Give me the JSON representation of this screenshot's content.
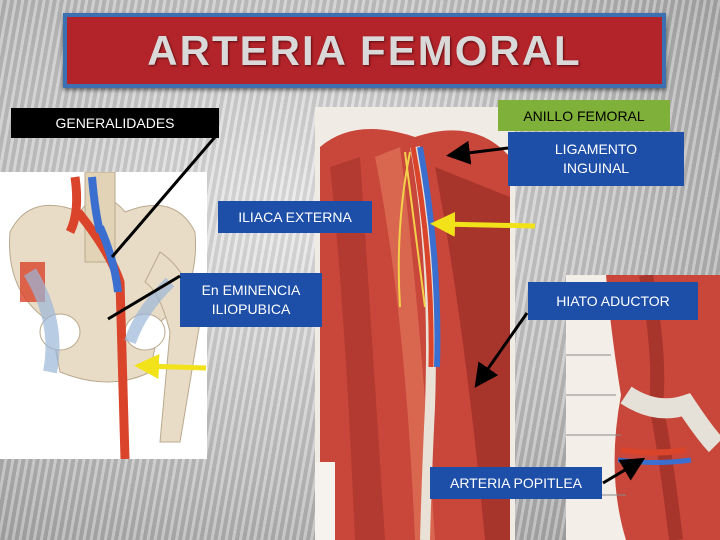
{
  "title": "ARTERIA FEMORAL",
  "labels": {
    "generalidades": "GENERALIDADES",
    "anillo_femoral": "ANILLO FEMORAL",
    "ligamento_line1": "LIGAMENTO",
    "ligamento_line2": "INGUINAL",
    "iliaca_externa": "ILIACA EXTERNA",
    "eminencia_line1": "En EMINENCIA",
    "eminencia_line2": "ILIOPUBICA",
    "hiato_aductor": "HIATO ADUCTOR",
    "arteria_poplitea": "ARTERIA POPITLEA"
  },
  "icons": [
    "pelvis-illustration",
    "thigh-anatomy-illustration",
    "knee-anatomy-illustration",
    "arrow-pointer"
  ],
  "colors": {
    "title_bg": "#b3242a",
    "title_border": "#3d6fb3",
    "label_blue": "#1d4fa8",
    "label_green": "#7fb03a",
    "arrow_yellow": "#f2e21a",
    "arrow_black": "#000000",
    "artery_red": "#d9442a"
  }
}
